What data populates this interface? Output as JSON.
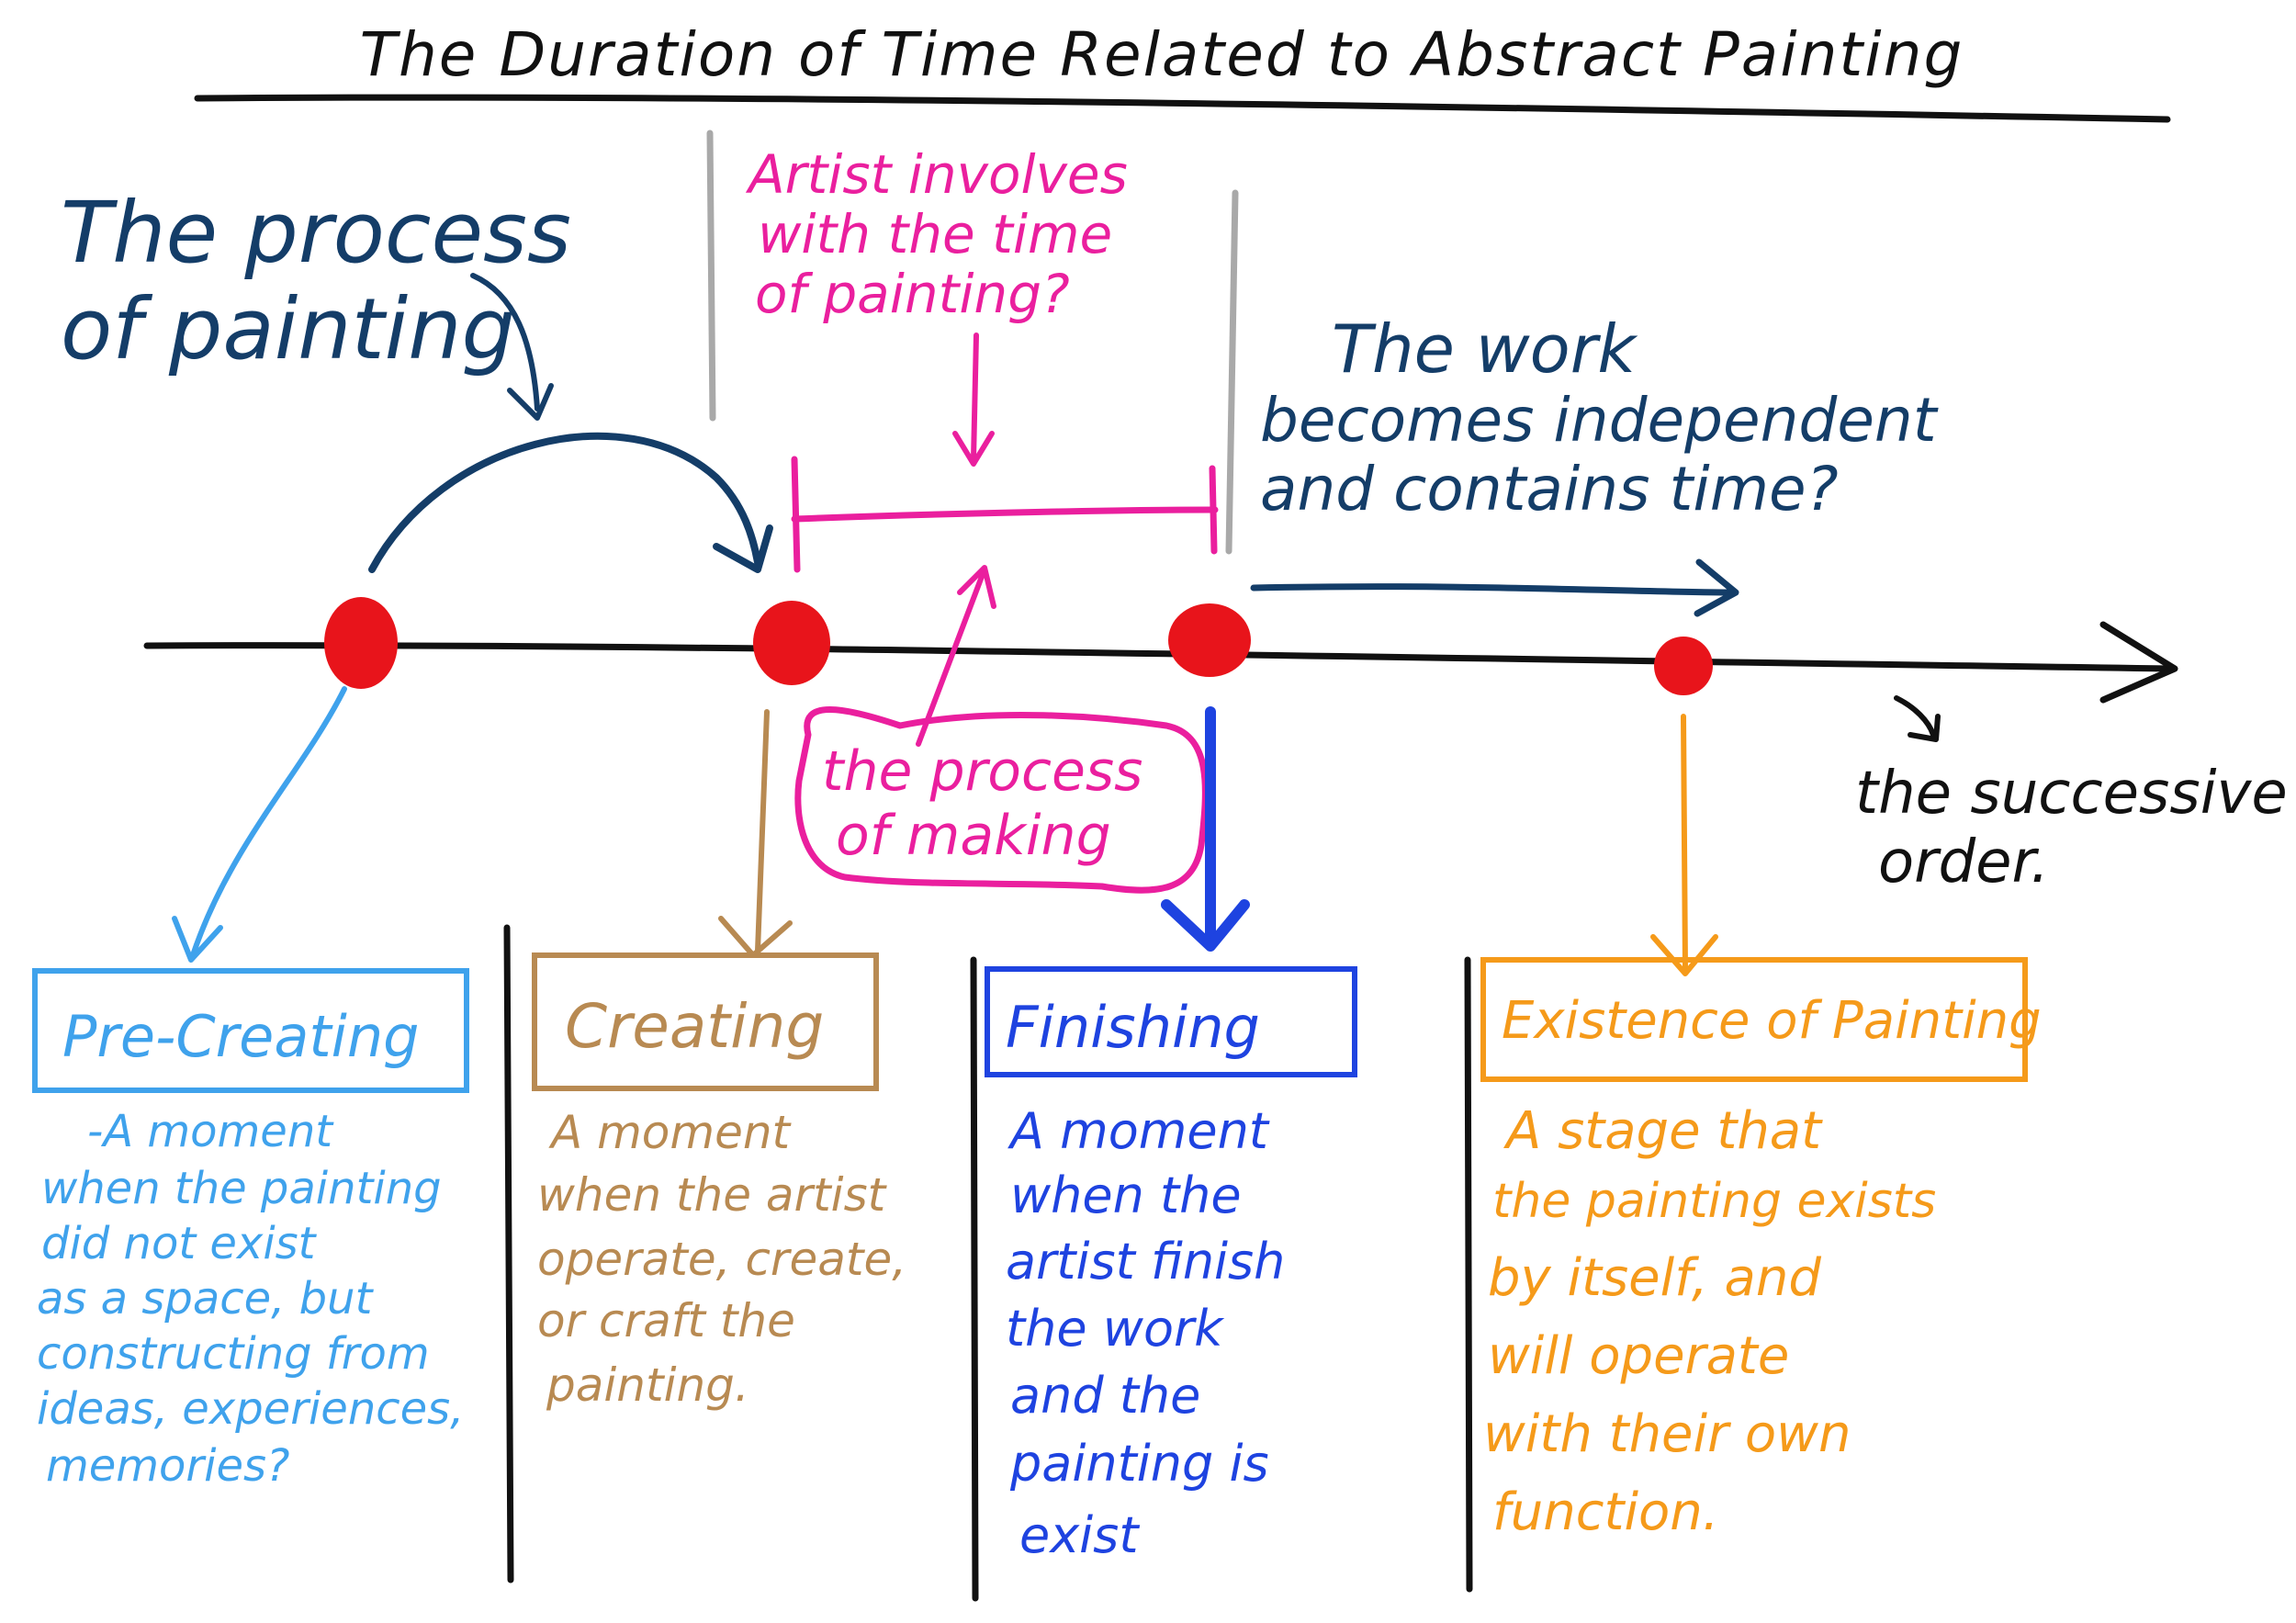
{
  "title": "The Duration of Time Related to Abstract Painting",
  "top_labels": {
    "process_of_painting": [
      "The process",
      "of painting"
    ],
    "artist_involves": [
      "Artist involves",
      "with the time",
      "of painting?"
    ],
    "work_independent": [
      "The work",
      "becomes independent",
      "and contains time?"
    ],
    "process_of_making": [
      "the process",
      "of making"
    ],
    "successive_order": [
      "the successive",
      "order."
    ]
  },
  "stages": [
    {
      "title": "Pre-Creating",
      "color": "#3fa2ec",
      "lines": [
        "-A moment",
        "when the painting",
        "did not exist",
        "as a space, but",
        "constructing from",
        "ideas, experiences,",
        "memories?"
      ]
    },
    {
      "title": "Creating",
      "color": "#b88a52",
      "lines": [
        "A moment",
        "when the artist",
        "operate, create,",
        "or craft the",
        "painting."
      ]
    },
    {
      "title": "Finishing",
      "color": "#1e43e0",
      "lines": [
        "A moment",
        "when the",
        "artist finish",
        "the work",
        "and the",
        "painting is",
        "exist"
      ]
    },
    {
      "title": "Existence of Painting",
      "color": "#f59a1a",
      "lines": [
        "A stage that",
        "the painting exists",
        "by itself, and",
        "will operate",
        "with their own",
        "function."
      ]
    }
  ],
  "colors": {
    "ink": "#111111",
    "navy": "#143d68",
    "magenta": "#ea1f9e",
    "red_dot": "#e8141b",
    "gray": "#a9a9a9"
  }
}
